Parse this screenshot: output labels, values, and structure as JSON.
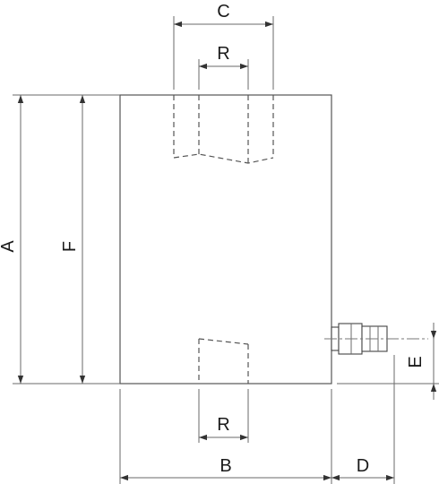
{
  "dimensions": {
    "A": "A",
    "B": "B",
    "C": "C",
    "D": "D",
    "E": "E",
    "F": "F",
    "R_top": "R",
    "R_bottom": "R"
  },
  "colors": {
    "line": "#555555",
    "text": "#1a1a1a"
  }
}
